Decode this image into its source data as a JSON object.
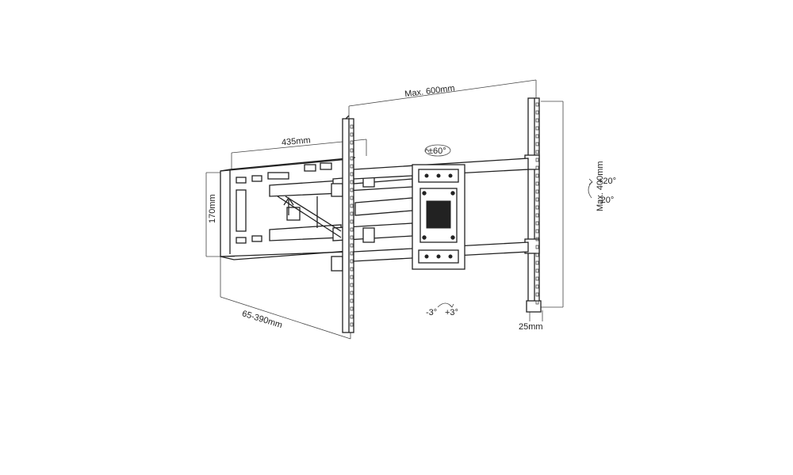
{
  "labels": {
    "max_width": "Max. 600mm",
    "max_height": "Max. 400mm",
    "wall_width": "435mm",
    "wall_height": "170mm",
    "extension": "65-390mm",
    "depth": "25mm",
    "rotation": "±60°",
    "tilt_up": "+20°",
    "tilt_down": "-20°",
    "level_minus": "-3°",
    "level_plus": "+3°"
  }
}
